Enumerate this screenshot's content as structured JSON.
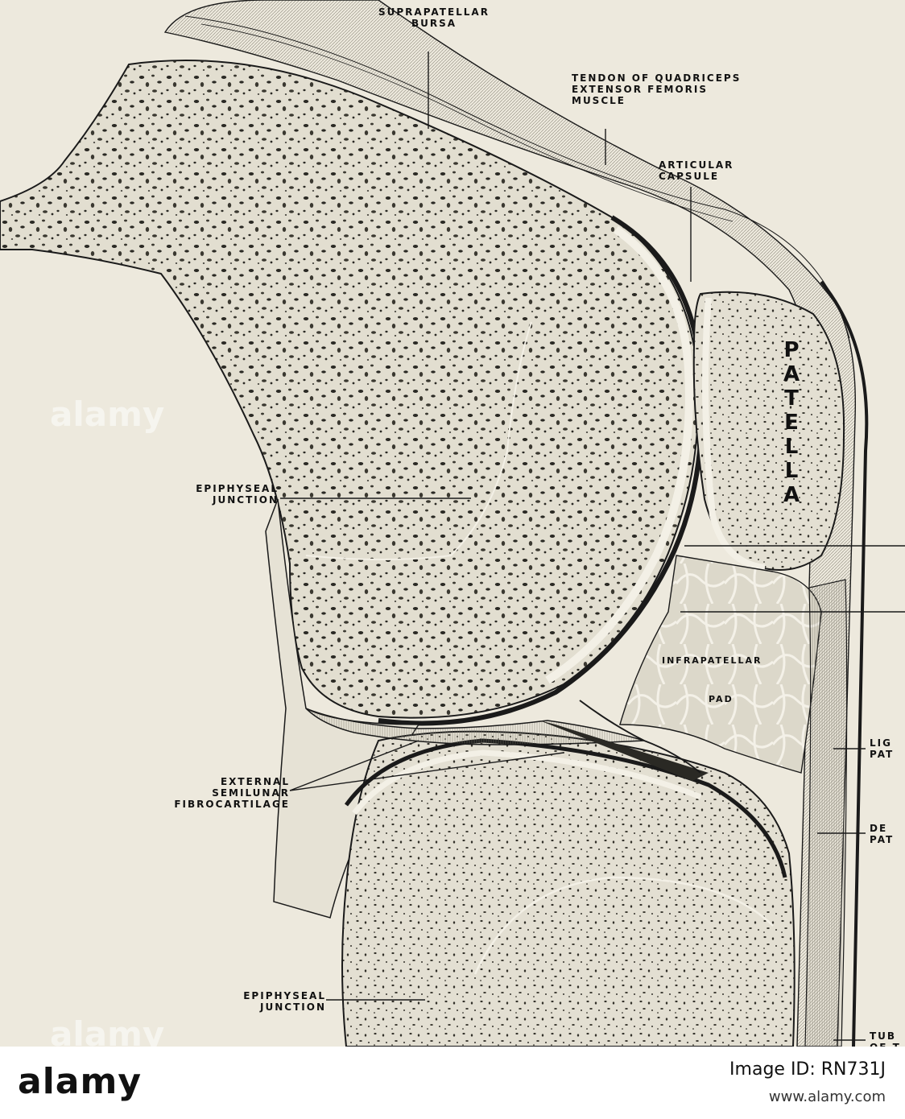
{
  "labels": {
    "suprapatellar_bursa": [
      "SUPRAPATELLAR",
      "BURSA"
    ],
    "quadriceps_tendon": [
      "TENDON OF QUADRICEPS",
      "EXTENSOR FEMORIS",
      "MUSCLE"
    ],
    "articular_capsule": [
      "ARTICULAR",
      "CAPSULE"
    ],
    "patella": "PATELLA",
    "epiphyseal_junction_upper": [
      "EPIPHYSEAL",
      "JUNCTION"
    ],
    "infrapatellar_pad": [
      "INFRAPATELLAR",
      "PAD"
    ],
    "external_semilunar": [
      "EXTERNAL",
      "SEMILUNAR",
      "FIBROCARTILAGE"
    ],
    "epiphyseal_junction_lower": [
      "EPIPHYSEAL",
      "JUNCTION"
    ],
    "ligament_cut": [
      "LIG",
      "PAT"
    ],
    "deep_cut": [
      "DE",
      "PAT"
    ],
    "tubercle_cut": [
      "TUB",
      "OF T"
    ]
  },
  "watermark": "alamy",
  "footer": {
    "logo": "alamy",
    "image_id": "Image ID: RN731J",
    "url": "www.alamy.com"
  },
  "colors": {
    "background": "#ede9dd",
    "ink": "#1a1a1a",
    "bone_fill": "#e4e0d2"
  }
}
